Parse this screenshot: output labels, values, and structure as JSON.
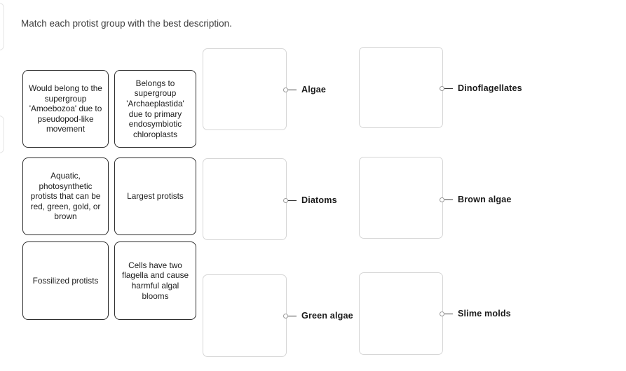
{
  "prompt": "Match each protist group with the best description.",
  "description_cards": [
    {
      "id": "amoebozoa",
      "text": "Would belong to the supergroup 'Amoebozoa' due to pseudopod-like movement"
    },
    {
      "id": "archaeplastida",
      "text": "Belongs to supergroup 'Archaeplastida' due to primary endosymbiotic chloroplasts"
    },
    {
      "id": "aquatic",
      "text": "Aquatic, photosynthetic protists that can be red, green, gold, or brown"
    },
    {
      "id": "largest",
      "text": "Largest protists"
    },
    {
      "id": "fossilized",
      "text": "Fossilized protists"
    },
    {
      "id": "flagella",
      "text": "Cells have two flagella and cause harmful algal blooms"
    }
  ],
  "answer_slots": [
    {
      "id": "algae",
      "label": "Algae",
      "content": ""
    },
    {
      "id": "diatoms",
      "label": "Diatoms",
      "content": ""
    },
    {
      "id": "green-algae",
      "label": "Green algae",
      "content": ""
    },
    {
      "id": "dinoflagellates",
      "label": "Dinoflagellates",
      "content": ""
    },
    {
      "id": "brown-algae",
      "label": "Brown algae",
      "content": ""
    },
    {
      "id": "slime-molds",
      "label": "Slime molds",
      "content": ""
    }
  ],
  "colors": {
    "card_border": "#2b2b2b",
    "dropzone_border": "#d6d6d6",
    "connector_ring": "#9a9a9a",
    "text": "#1c1c1c",
    "background": "#ffffff"
  }
}
